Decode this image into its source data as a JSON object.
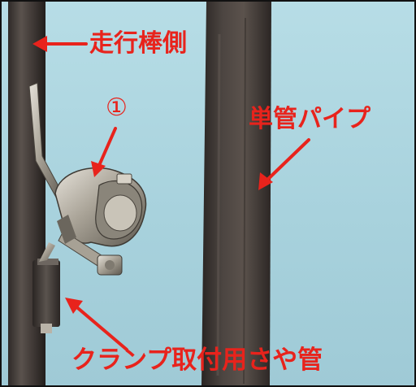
{
  "annotations": {
    "running_bar_side": "走行棒側",
    "single_pipe": "単管パイプ",
    "marker_one": "①",
    "clamp_sleeve": "クランプ取付用さや管"
  },
  "colors": {
    "annotation_red": "#e8231c",
    "sky": "#a8d2dd",
    "pipe_dark": "#3a3432",
    "clamp_metal": "#b8b2a6"
  }
}
